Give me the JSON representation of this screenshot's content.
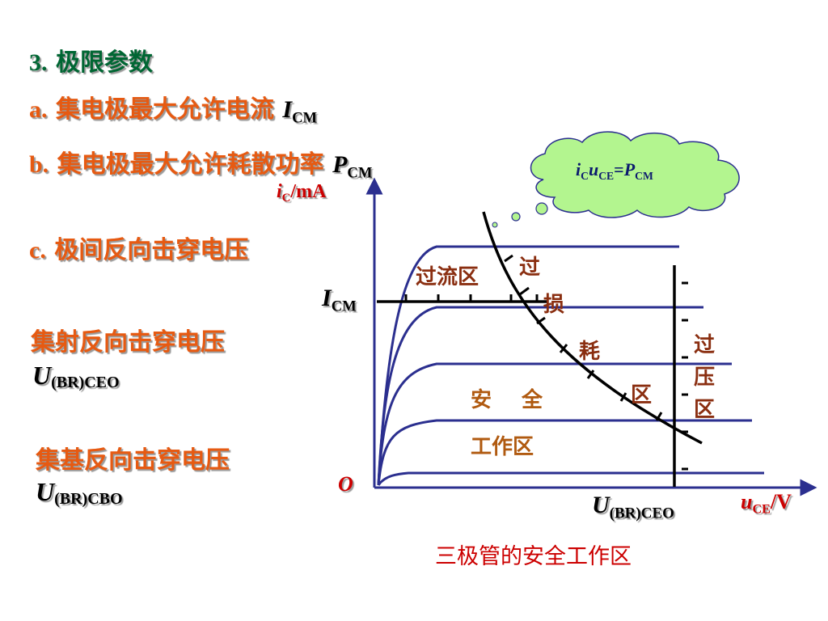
{
  "slide": {
    "heading": {
      "num": "3.",
      "text": "极限参数"
    },
    "items": [
      {
        "letter": "a.",
        "text": "集电极最大允许电流",
        "sym": "I",
        "sub": "CM"
      },
      {
        "letter": "b.",
        "text": "集电极最大允许耗散功率",
        "sym": "P",
        "sub": "CM"
      },
      {
        "letter": "c.",
        "text": "极间反向击穿电压"
      }
    ],
    "breakdown": [
      {
        "label": "集射反向击穿电压",
        "sym": "U",
        "sub": "(BR)CEO"
      },
      {
        "label": "集基反向击穿电压",
        "sym": "U",
        "sub": "(BR)CBO"
      }
    ]
  },
  "diagram": {
    "y_axis": {
      "sym": "i",
      "sub": "C",
      "unit": "/mA"
    },
    "x_axis": {
      "sym": "u",
      "sub": "CE",
      "unit": "/V"
    },
    "origin": "O",
    "icm_label": {
      "sym": "I",
      "sub": "CM"
    },
    "ubr_label": {
      "sym": "U",
      "sub": "(BR)CEO"
    },
    "bubble": {
      "i": "i",
      "i_sub": "C",
      "u": "u",
      "u_sub": "CE",
      "eq": "=",
      "p": "P",
      "p_sub": "CM"
    },
    "regions": {
      "overcurrent": "过流区",
      "overloss": [
        "过",
        "损",
        "耗",
        "区"
      ],
      "safe": [
        "安",
        "全"
      ],
      "work": "工作区",
      "overvoltage": [
        "过",
        "压",
        "区"
      ]
    },
    "caption": "三极管的安全工作区",
    "colors": {
      "axis": "#2b2f8f",
      "curve": "#2b2f8f",
      "bubble": "#b3f58f",
      "caption": "#cc0000"
    }
  }
}
